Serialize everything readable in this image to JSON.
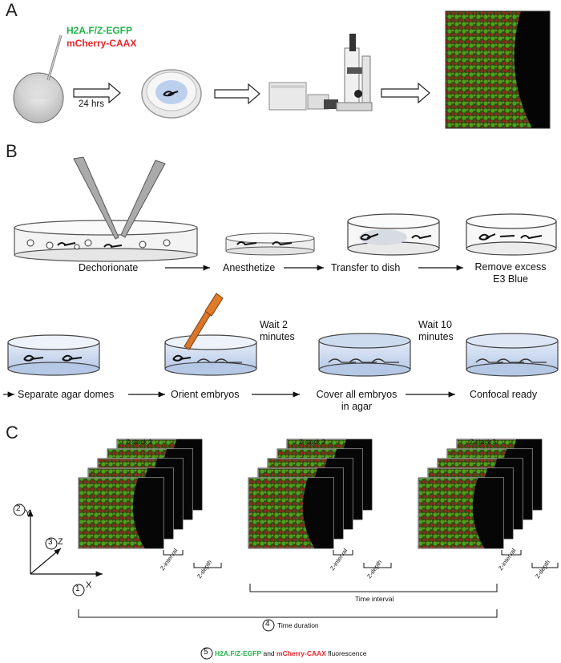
{
  "panels": {
    "a": "A",
    "b": "B",
    "c": "C"
  },
  "panel_a": {
    "construct_1": "H2A.F/Z-EGFP",
    "construct_2": "mCherry-CAAX",
    "time_label": "24 hrs"
  },
  "panel_b": {
    "row1": {
      "step1": "Dechorionate",
      "step2": "Anesthetize",
      "step3": "Transfer to dish",
      "step4_line1": "Remove excess",
      "step4_line2": "E3 Blue"
    },
    "row2": {
      "step1": "Separate agar domes",
      "step2": "Orient embryos",
      "step3_line1": "Cover all embryos",
      "step3_line2": "in agar",
      "step4": "Confocal ready",
      "wait1_line1": "Wait 2",
      "wait1_line2": "minutes",
      "wait2_line1": "Wait 10",
      "wait2_line2": "minutes"
    }
  },
  "panel_c": {
    "stack1": "Z-stack 1",
    "stack2": "Z-stack 2",
    "stack3": "Z-stack 3",
    "z_interval": "Z-interval",
    "z_depth": "Z-depth",
    "time_interval": "Time interval",
    "time_duration": "Time duration",
    "axes": {
      "y": "Y",
      "z": "Z",
      "x": "X"
    },
    "markers": {
      "m1": "1",
      "m2": "2",
      "m3": "3",
      "m4": "4",
      "m5": "5"
    },
    "legend_green": "H2A.F/Z-EGFP",
    "legend_and": "and",
    "legend_red": "mCherry-CAAX",
    "legend_suffix": "fluorescence"
  },
  "colors": {
    "green": "#20b44a",
    "red": "#e8262d",
    "agar": "#c9d8ee",
    "tissue_green": "#3a8f1e",
    "tissue_red": "#b02a2a"
  }
}
